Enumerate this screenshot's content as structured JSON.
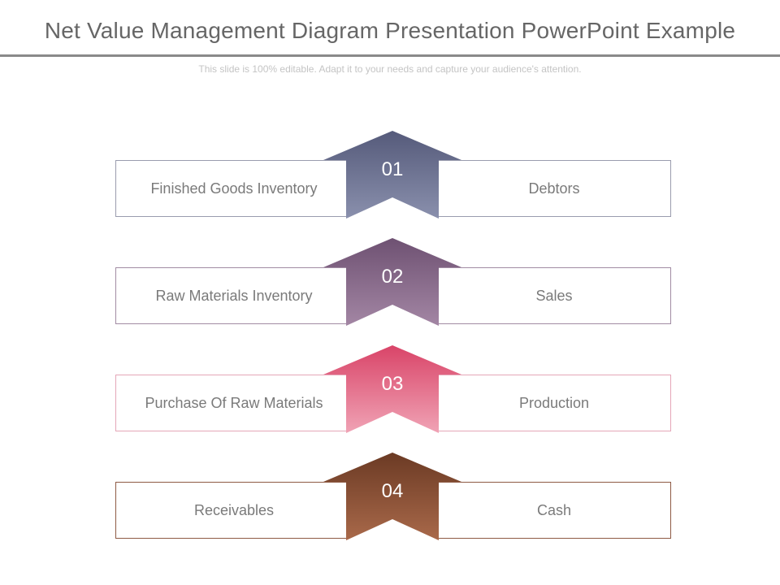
{
  "header": {
    "title": "Net Value Management Diagram Presentation PowerPoint Example",
    "subtitle": "This slide is 100% editable. Adapt it to your needs and capture your audience's attention."
  },
  "steps": [
    {
      "number": "01",
      "left_label": "Finished Goods Inventory",
      "right_label": "Debtors",
      "color_top": "#555a7a",
      "color_bottom": "#8a90ad",
      "border": "#9a9cae"
    },
    {
      "number": "02",
      "left_label": "Raw Materials Inventory",
      "right_label": "Sales",
      "color_top": "#6e5172",
      "color_bottom": "#a386a4",
      "border": "#a18ca3"
    },
    {
      "number": "03",
      "left_label": "Purchase Of Raw Materials",
      "right_label": "Production",
      "color_top": "#d94468",
      "color_bottom": "#f0a3b5",
      "border": "#e5a6b8"
    },
    {
      "number": "04",
      "left_label": "Receivables",
      "right_label": "Cash",
      "color_top": "#6b3a24",
      "color_bottom": "#a9694a",
      "border": "#8e5a44"
    }
  ]
}
